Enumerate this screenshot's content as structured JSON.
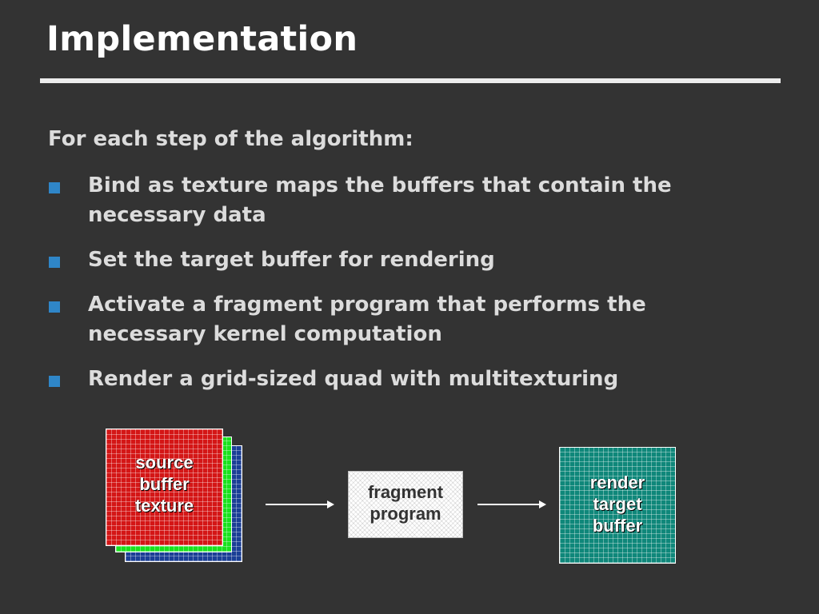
{
  "slide": {
    "title": "Implementation",
    "intro": "For each step of the algorithm:",
    "bullets": [
      "Bind as texture maps the buffers that contain the necessary data",
      "Set the target buffer for rendering",
      "Activate a fragment program that performs the necessary kernel computation",
      "Render a grid-sized quad with multitexturing"
    ],
    "bullet_color": "#2f86c8"
  },
  "diagram": {
    "source": {
      "lines": [
        "source",
        "buffer",
        "texture"
      ],
      "layer_colors": [
        "#d41616",
        "#19e21d",
        "#1b3f96"
      ]
    },
    "fragment": {
      "lines": [
        "fragment",
        "program"
      ]
    },
    "target": {
      "lines": [
        "render",
        "target",
        "buffer"
      ],
      "color": "#0f877a"
    }
  }
}
